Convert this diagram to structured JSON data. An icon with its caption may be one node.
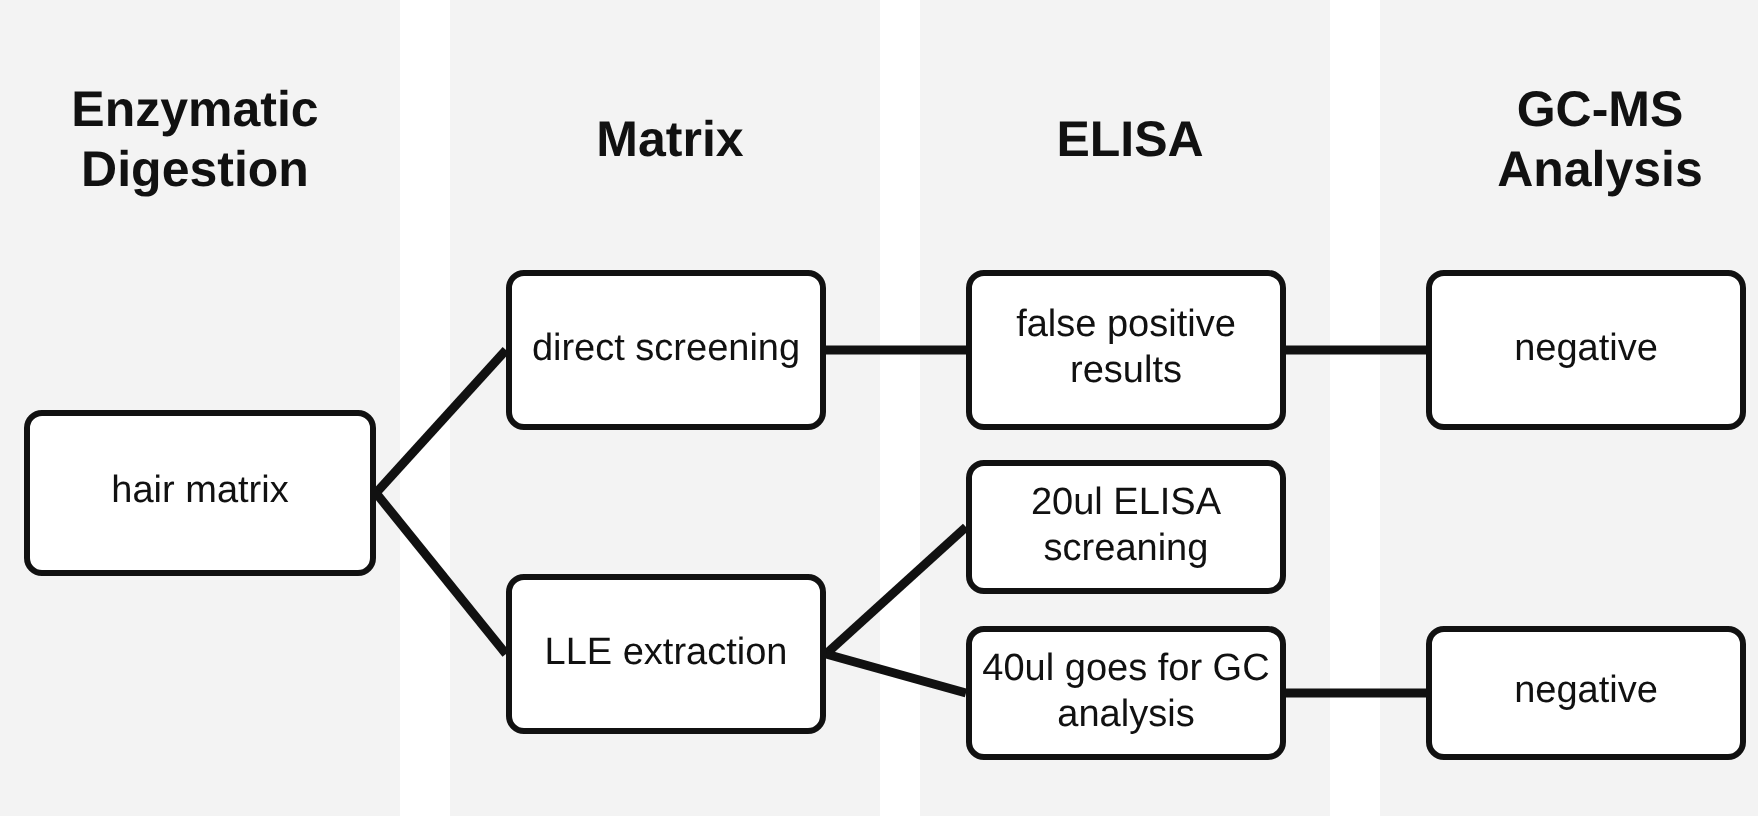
{
  "diagram": {
    "nodes": [
      {
        "text": [
          "hair matrix"
        ]
      },
      {
        "text": [
          "direct screening"
        ]
      },
      {
        "text": [
          "LLE extraction"
        ]
      },
      {
        "text": [
          "false positive results"
        ]
      },
      {
        "text": [
          "20ul ELISA screaning"
        ]
      },
      {
        "text": [
          "40ul goes for GC analysis"
        ]
      },
      {
        "text": [
          "negative"
        ]
      },
      {
        "text": [
          "negative"
        ]
      }
    ],
    "edges": [
      {
        "from": 0,
        "to": 1,
        "arrow": "none"
      },
      {
        "from": 0,
        "to": 2,
        "arrow": "none"
      },
      {
        "from": 1,
        "to": 3,
        "arrow": "none"
      },
      {
        "from": 3,
        "to": 6,
        "arrow": "none"
      },
      {
        "from": 2,
        "to": 4,
        "arrow": "none"
      },
      {
        "from": 2,
        "to": 5,
        "arrow": "none"
      },
      {
        "from": 5,
        "to": 7,
        "arrow": "none"
      }
    ],
    "labels": [
      "Enzymatic Digestion",
      "Matrix",
      "ELISA",
      "GC-MS Analysis"
    ]
  }
}
